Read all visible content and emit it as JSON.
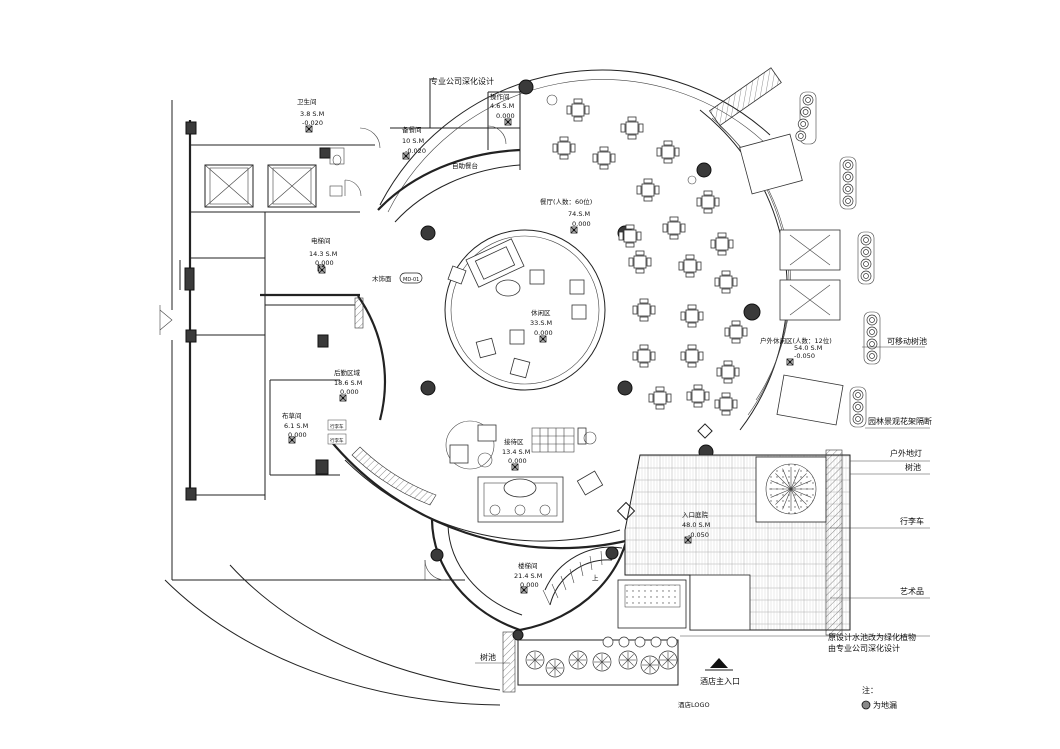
{
  "rooms": [
    {
      "id": "toilet",
      "name": "卫生间",
      "area": "3.8 S.M",
      "level": "-0.020"
    },
    {
      "id": "pantry",
      "name": "备餐间",
      "area": "10 S.M",
      "level": "-0.020"
    },
    {
      "id": "operation",
      "name": "操作间",
      "area": "4.6 S.M",
      "level": "0.000"
    },
    {
      "id": "restaurant",
      "name": "餐厅(人数：60位)",
      "area": "74.S.M",
      "level": "0.000"
    },
    {
      "id": "lounge",
      "name": "休闲区",
      "area": "33.S.M",
      "level": "0.000"
    },
    {
      "id": "elevator",
      "name": "电梯间",
      "area": "14.3 S.M",
      "level": "0.000"
    },
    {
      "id": "back_office",
      "name": "后勤区域",
      "area": "18.6 S.M",
      "level": "0.000"
    },
    {
      "id": "linen",
      "name": "布草间",
      "area": "6.1 S.M",
      "level": "0.000"
    },
    {
      "id": "reception",
      "name": "接待区",
      "area": "13.4 S.M",
      "level": "0.000"
    },
    {
      "id": "stair",
      "name": "楼梯间",
      "area": "21.4 S.M",
      "level": "0.000"
    },
    {
      "id": "courtyard",
      "name": "入口庭院",
      "area": "48.0 S.M",
      "level": "-0.050"
    },
    {
      "id": "outdoor",
      "name": "户外休闲区(人数：12位)",
      "area": "54.0 S.M",
      "level": "-0.050"
    }
  ],
  "labels": {
    "specialist_design": "专业公司深化设计",
    "buffet": "自助餐台",
    "wood_decor": "木饰面",
    "wood_tag": "MD-01",
    "up": "上",
    "main_entrance": "酒店主入口",
    "hotel_logo": "酒店LOGO",
    "store_box_1": "行李车",
    "store_box_2": "行李车"
  },
  "callouts": [
    "可移动树池",
    "园林景观花架隔断",
    "户外地灯",
    "树池",
    "行李车",
    "艺术品",
    "原设计水池改为绿化植物",
    "由专业公司深化设计",
    "树池"
  ],
  "legend": {
    "title": "注：",
    "item": "为地漏"
  }
}
